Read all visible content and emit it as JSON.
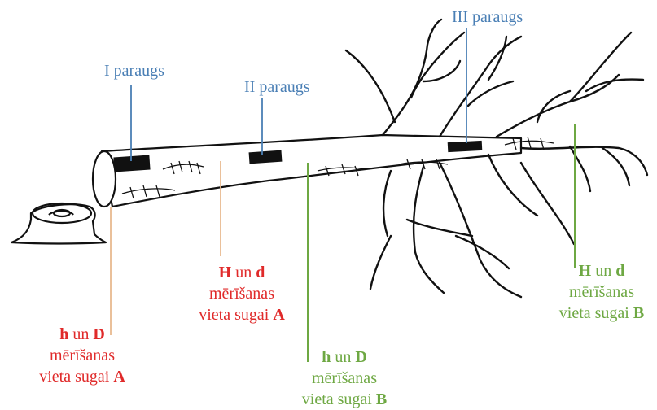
{
  "samples": {
    "I": "I paraugs",
    "II": "II paraugs",
    "III": "III paraugs"
  },
  "labels": {
    "red_lower": {
      "b1": "h",
      "mid": " un ",
      "b2": "D",
      "line2": "mērīšanas",
      "line3": "vieta sugai ",
      "b3": "A"
    },
    "red_upper": {
      "b1": "H",
      "mid": " un ",
      "b2": "d",
      "line2": "mērīšanas",
      "line3": "vieta sugai ",
      "b3": "A"
    },
    "green_lower": {
      "b1": "h",
      "mid": " un ",
      "b2": "D",
      "line2": "mērīšanas",
      "line3": "vieta sugai ",
      "b3": "B"
    },
    "green_upper": {
      "b1": "H",
      "mid": " un ",
      "b2": "d",
      "line2": "mērīšanas",
      "line3": "vieta sugai ",
      "b3": "B"
    }
  },
  "colors": {
    "sample_label": "#4a7fb5",
    "species_A": "#e02a2a",
    "species_B": "#6ea843",
    "species_A_line": "#e8b98f",
    "outline": "#111111"
  }
}
